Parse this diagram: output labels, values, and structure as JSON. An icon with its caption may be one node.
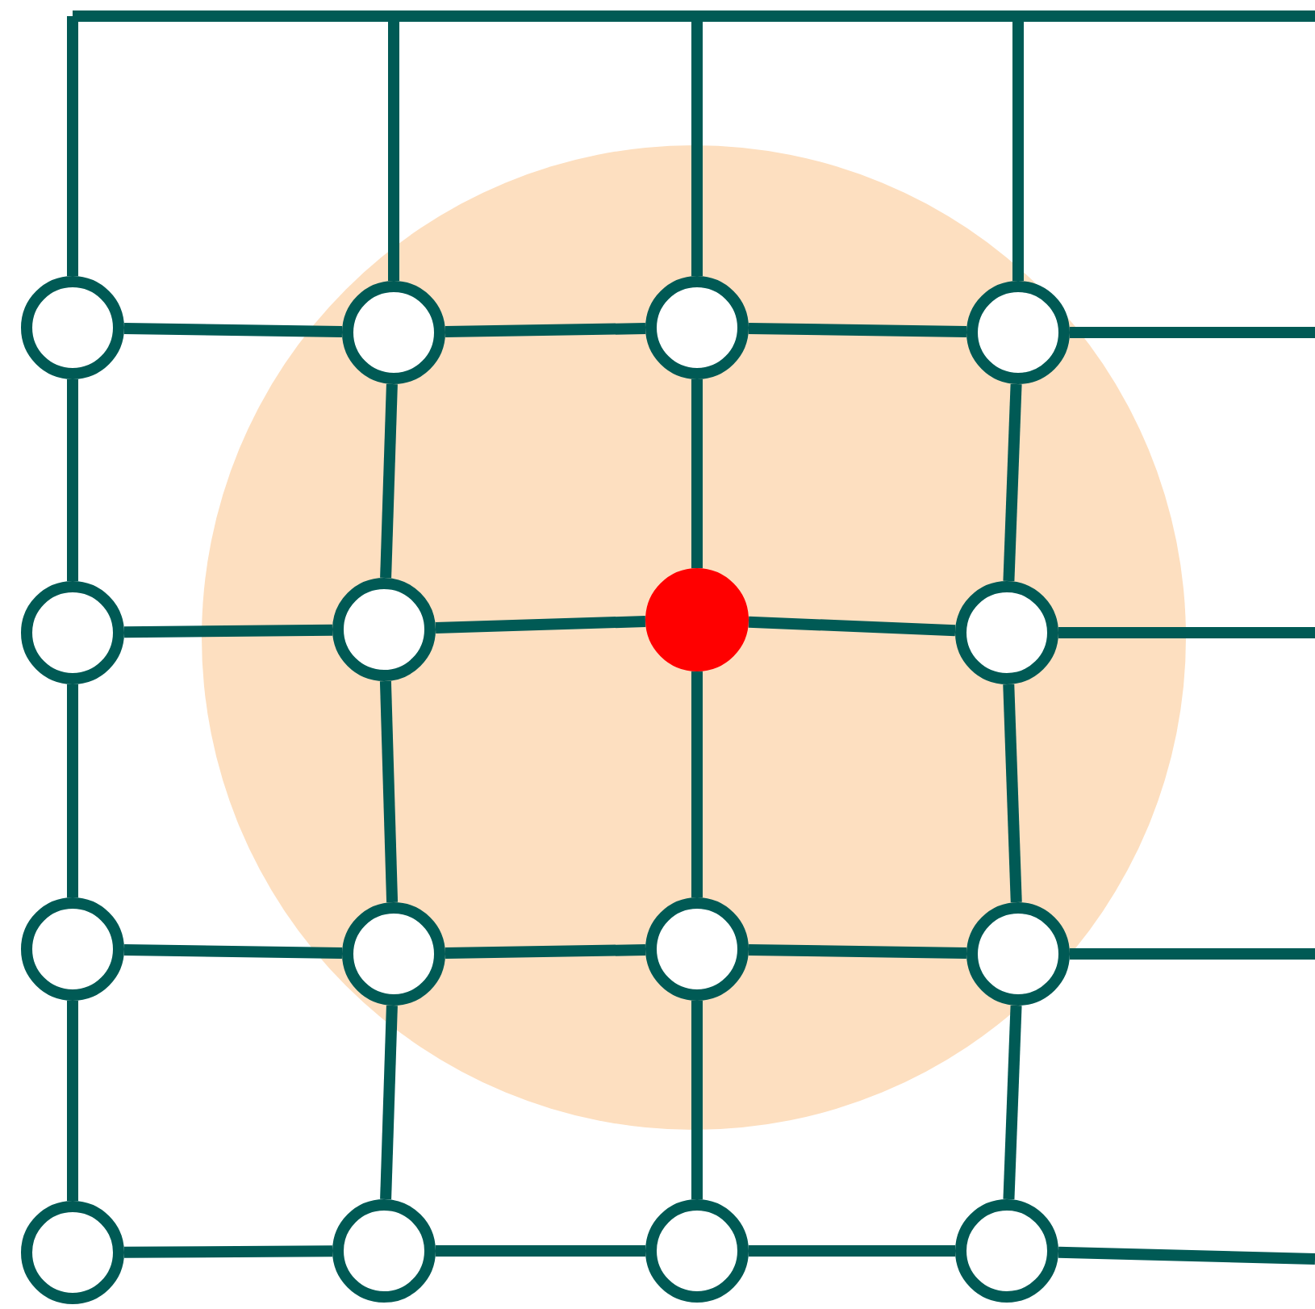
{
  "diagram": {
    "nodes": [
      {
        "text": [],
        "shape": "circle"
      },
      {
        "text": [],
        "shape": "circle"
      },
      {
        "text": [],
        "shape": "circle"
      },
      {
        "text": [],
        "shape": "circle"
      },
      {
        "text": [],
        "shape": "circle"
      },
      {
        "text": [],
        "shape": "circle"
      },
      {
        "text": [],
        "shape": "circle"
      },
      {
        "text": [],
        "shape": "circle"
      },
      {
        "text": [],
        "shape": "circle"
      },
      {
        "text": [],
        "shape": "circle"
      },
      {
        "text": [],
        "shape": "circle"
      },
      {
        "text": [],
        "shape": "circle"
      },
      {
        "text": [],
        "shape": "circle"
      },
      {
        "text": [],
        "shape": "circle"
      },
      {
        "text": [],
        "shape": "circle"
      },
      {
        "text": [],
        "shape": "circle"
      }
    ],
    "edges": [
      {
        "from": 0,
        "to": 1,
        "arrow": "none"
      },
      {
        "from": 1,
        "to": 2,
        "arrow": "none"
      },
      {
        "from": 2,
        "to": 3,
        "arrow": "none"
      },
      {
        "from": 4,
        "to": 5,
        "arrow": "none"
      },
      {
        "from": 5,
        "to": 6,
        "arrow": "none"
      },
      {
        "from": 6,
        "to": 7,
        "arrow": "none"
      },
      {
        "from": 8,
        "to": 9,
        "arrow": "none"
      },
      {
        "from": 9,
        "to": 10,
        "arrow": "none"
      },
      {
        "from": 10,
        "to": 11,
        "arrow": "none"
      },
      {
        "from": 12,
        "to": 13,
        "arrow": "none"
      },
      {
        "from": 13,
        "to": 14,
        "arrow": "none"
      },
      {
        "from": 14,
        "to": 15,
        "arrow": "none"
      },
      {
        "from": 0,
        "to": 4,
        "arrow": "none"
      },
      {
        "from": 4,
        "to": 8,
        "arrow": "none"
      },
      {
        "from": 8,
        "to": 12,
        "arrow": "none"
      },
      {
        "from": 1,
        "to": 5,
        "arrow": "none"
      },
      {
        "from": 5,
        "to": 9,
        "arrow": "none"
      },
      {
        "from": 9,
        "to": 13,
        "arrow": "none"
      },
      {
        "from": 2,
        "to": 6,
        "arrow": "none"
      },
      {
        "from": 6,
        "to": 10,
        "arrow": "none"
      },
      {
        "from": 10,
        "to": 14,
        "arrow": "none"
      },
      {
        "from": 3,
        "to": 7,
        "arrow": "none"
      },
      {
        "from": 7,
        "to": 11,
        "arrow": "none"
      },
      {
        "from": 11,
        "to": 15,
        "arrow": "none"
      },
      {
        "from": null,
        "to": 0,
        "arrow": "none"
      },
      {
        "from": null,
        "to": 1,
        "arrow": "none"
      },
      {
        "from": null,
        "to": 2,
        "arrow": "none"
      },
      {
        "from": null,
        "to": 3,
        "arrow": "none"
      },
      {
        "from": 3,
        "to": null,
        "arrow": "none"
      },
      {
        "from": 7,
        "to": null,
        "arrow": "none"
      },
      {
        "from": 11,
        "to": null,
        "arrow": "none"
      },
      {
        "from": 15,
        "to": null,
        "arrow": "none"
      }
    ]
  }
}
